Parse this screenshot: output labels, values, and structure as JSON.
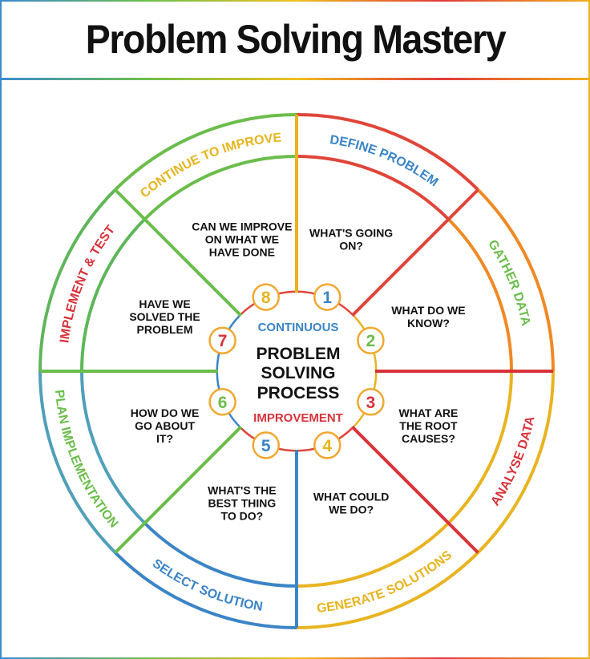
{
  "title": "Problem Solving Mastery",
  "center": {
    "top": "CONTINUOUS",
    "main": [
      "PROBLEM",
      "SOLVING",
      "PROCESS"
    ],
    "bottom": "IMPROVEMENT"
  },
  "colors": {
    "blue": "#3b84c6",
    "green": "#6bbd4b",
    "red": "#d8333b",
    "yellow": "#e6b41e",
    "orange": "#e8702a"
  },
  "stages": [
    {
      "number": "1",
      "label": "DEFINE PROBLEM",
      "question": [
        "WHAT'S GOING",
        "ON?"
      ],
      "color": "#3b84c6",
      "number_color": "#3b84c6"
    },
    {
      "number": "2",
      "label": "GATHER DATA",
      "question": [
        "WHAT DO WE",
        "KNOW?"
      ],
      "color": "#6bbd4b",
      "number_color": "#6bbd4b"
    },
    {
      "number": "3",
      "label": "ANALYSE DATA",
      "question": [
        "WHAT ARE",
        "THE ROOT",
        "CAUSES?"
      ],
      "color": "#d8333b",
      "number_color": "#d8333b"
    },
    {
      "number": "4",
      "label": "GENERATE SOLUTIONS",
      "question": [
        "WHAT COULD",
        "WE DO?"
      ],
      "color": "#e6b41e",
      "number_color": "#e6b41e"
    },
    {
      "number": "5",
      "label": "SELECT SOLUTION",
      "question": [
        "WHAT'S THE",
        "BEST THING",
        "TO DO?"
      ],
      "color": "#3b84c6",
      "number_color": "#3b84c6"
    },
    {
      "number": "6",
      "label": "PLAN IMPLEMENTATION",
      "question": [
        "HOW DO WE",
        "GO ABOUT",
        "IT?"
      ],
      "color": "#6bbd4b",
      "number_color": "#6bbd4b"
    },
    {
      "number": "7",
      "label": "IMPLEMENT & TEST",
      "question": [
        "HAVE WE",
        "SOLVED THE",
        "PROBLEM"
      ],
      "color": "#d8333b",
      "number_color": "#d8333b"
    },
    {
      "number": "8",
      "label": "CONTINUE TO IMPROVE",
      "question": [
        "CAN WE IMPROVE",
        "ON WHAT WE",
        "HAVE DONE"
      ],
      "color": "#e6b41e",
      "number_color": "#e6b41e"
    }
  ]
}
